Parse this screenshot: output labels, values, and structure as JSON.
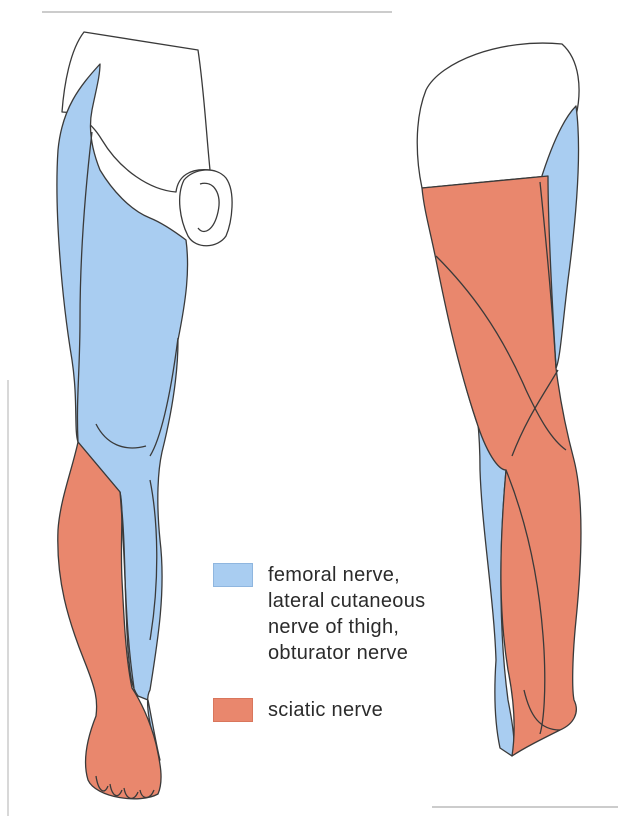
{
  "colors": {
    "femoral_blue": "#a9cdf1",
    "sciatic_red": "#e9876d",
    "skin_white": "#ffffff",
    "outline": "#3a3a3a"
  },
  "legend": {
    "femoral": {
      "color_name": "femoral_blue",
      "lines": [
        "femoral nerve,",
        "lateral cutaneous",
        "nerve of thigh,",
        "obturator nerve"
      ]
    },
    "sciatic": {
      "color_name": "sciatic_red",
      "lines": [
        "sciatic nerve"
      ]
    }
  },
  "views": [
    "anterior-right-leg",
    "posterior-right-leg"
  ]
}
